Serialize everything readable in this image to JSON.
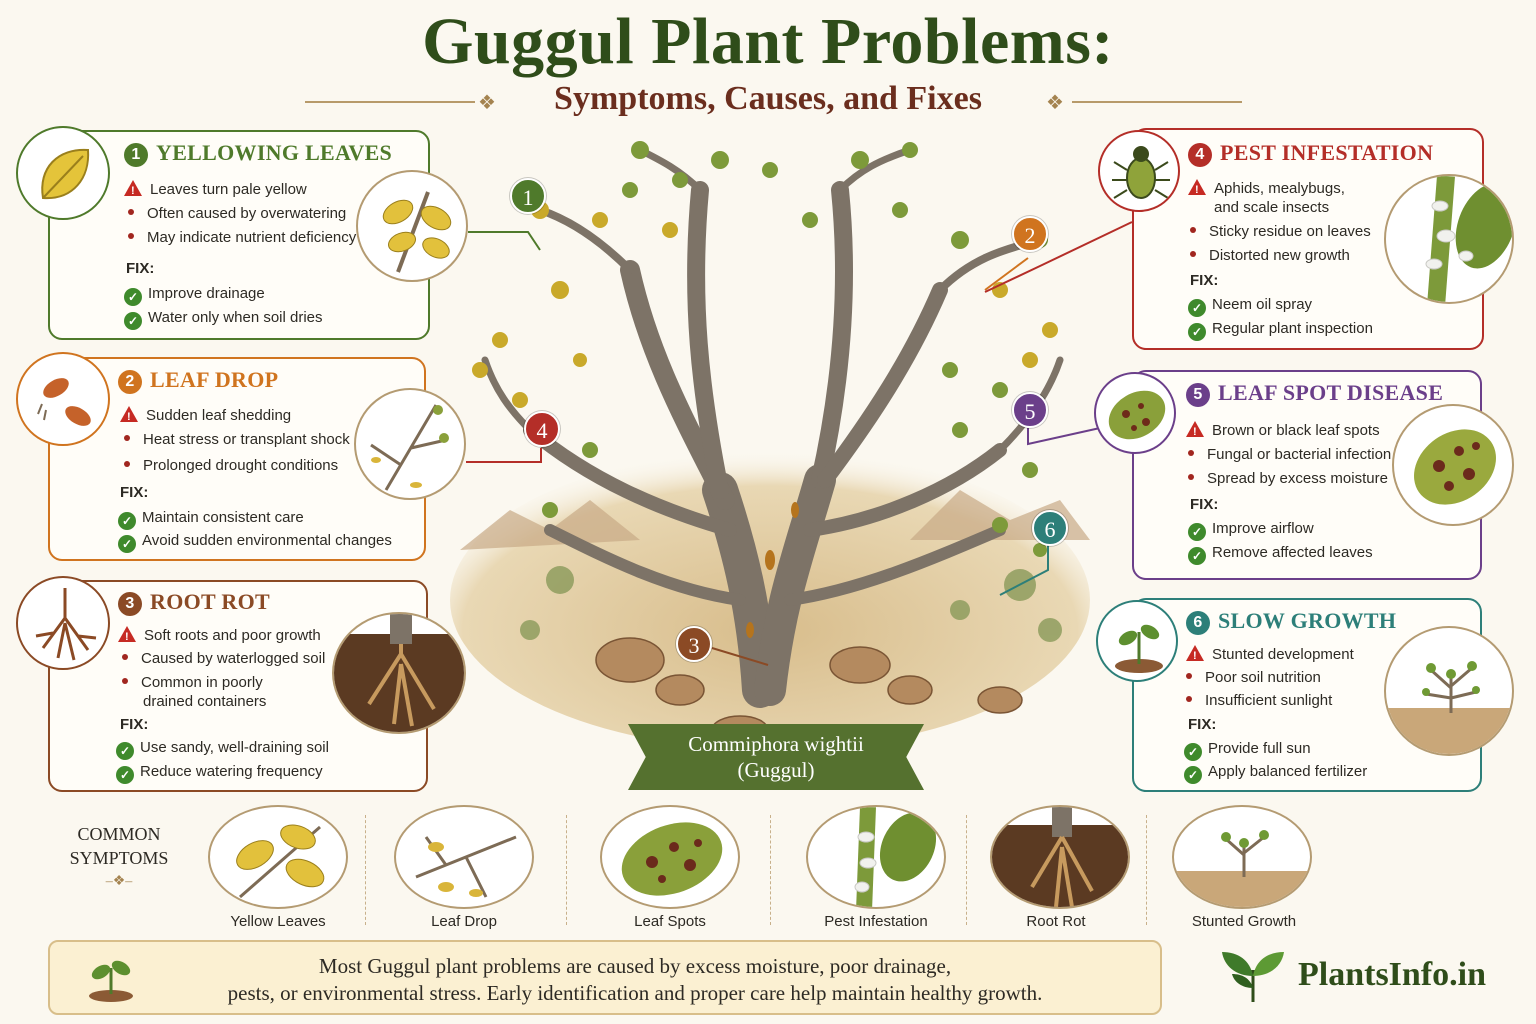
{
  "header": {
    "title": "Guggul Plant Problems:",
    "subtitle": "Symptoms, Causes, and Fixes"
  },
  "colors": {
    "green": "#4f7a2b",
    "orange": "#d0741f",
    "brown": "#8b4a25",
    "red": "#b42e28",
    "purple": "#6b3f8a",
    "teal": "#2d7f79"
  },
  "fix_label": "FIX:",
  "cards": [
    {
      "num": "1",
      "title": "YELLOWING LEAVES",
      "symptom": "Leaves turn pale yellow",
      "causes": [
        "Often caused by overwatering",
        "May indicate nutrient deficiency"
      ],
      "fixes": [
        "Improve drainage",
        "Water only when soil dries"
      ]
    },
    {
      "num": "2",
      "title": "LEAF DROP",
      "symptom": "Sudden leaf shedding",
      "causes": [
        "Heat stress or transplant shock",
        "Prolonged drought conditions"
      ],
      "fixes": [
        "Maintain consistent care",
        "Avoid sudden environmental changes"
      ]
    },
    {
      "num": "3",
      "title": "ROOT ROT",
      "symptom": "Soft roots and poor growth",
      "causes": [
        "Caused by waterlogged soil",
        "Common in poorly",
        "drained containers"
      ],
      "fixes": [
        "Use sandy, well-draining soil",
        "Reduce watering frequency"
      ]
    },
    {
      "num": "4",
      "title": "PEST INFESTATION",
      "symptom": [
        "Aphids, mealybugs,",
        "and scale insects"
      ],
      "causes": [
        "Sticky residue on leaves",
        "Distorted new growth"
      ],
      "fixes": [
        "Neem oil spray",
        "Regular plant inspection"
      ]
    },
    {
      "num": "5",
      "title": "LEAF SPOT DISEASE",
      "symptom": "Brown or black leaf spots",
      "causes": [
        "Fungal or bacterial infection",
        "Spread by excess moisture"
      ],
      "fixes": [
        "Improve airflow",
        "Remove affected leaves"
      ]
    },
    {
      "num": "6",
      "title": "SLOW GROWTH",
      "symptom": "Stunted development",
      "causes": [
        "Poor soil nutrition",
        "Insufficient sunlight"
      ],
      "fixes": [
        "Provide full sun",
        "Apply balanced fertilizer"
      ]
    }
  ],
  "markers": [
    "1",
    "2",
    "3",
    "4",
    "5",
    "6"
  ],
  "plant_label": {
    "line1": "Commiphora wightii",
    "line2": "(Guggul)"
  },
  "common_symptoms": {
    "heading_line1": "COMMON",
    "heading_line2": "SYMPTOMS",
    "items": [
      "Yellow Leaves",
      "Leaf Drop",
      "Leaf Spots",
      "Pest Infestation",
      "Root Rot",
      "Stunted Growth"
    ]
  },
  "footer": {
    "line1": "Most Guggul plant problems are caused by excess moisture, poor drainage,",
    "line2": "pests, or environmental stress. Early identification and proper care help maintain healthy growth."
  },
  "brand": "PlantsInfo.in"
}
